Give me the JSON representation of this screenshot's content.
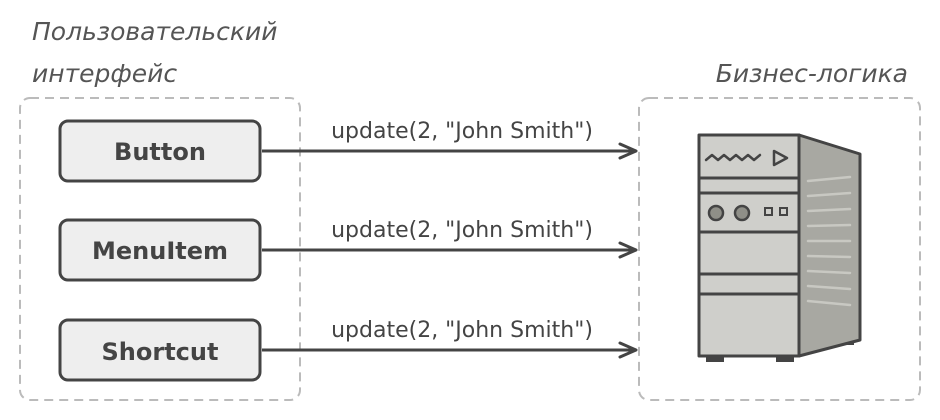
{
  "ui_group": {
    "title_line1": "Пользовательский",
    "title_line2": "интерфейс"
  },
  "logic_group": {
    "title": "Бизнес-логика"
  },
  "ui_elements": [
    {
      "label": "Button"
    },
    {
      "label": "MenuItem"
    },
    {
      "label": "Shortcut"
    }
  ],
  "calls": [
    {
      "label": "update(2, \"John Smith\")"
    },
    {
      "label": "update(2, \"John Smith\")"
    },
    {
      "label": "update(2, \"John Smith\")"
    }
  ],
  "colors": {
    "stroke": "#444444",
    "box_fill": "#eeeeee",
    "dashed": "#bbbbbb",
    "server_front": "#cfcfcb",
    "server_side": "#a8a8a2"
  },
  "icons": {
    "server": "server-tower-icon"
  }
}
